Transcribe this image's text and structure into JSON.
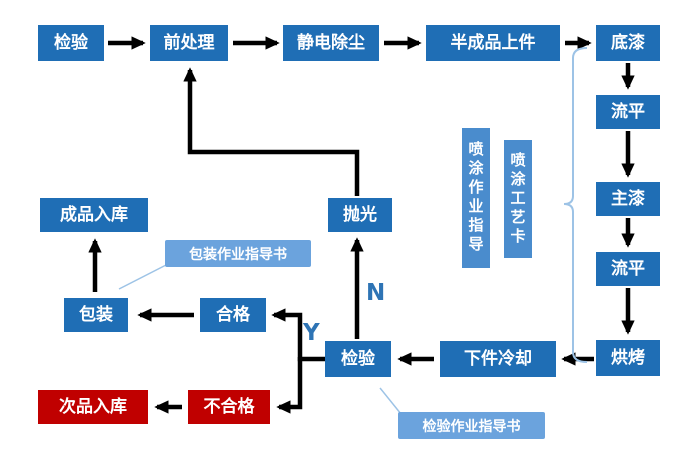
{
  "flowchart": {
    "nodes": {
      "inspection_top": {
        "label": "检验"
      },
      "pretreatment": {
        "label": "前处理"
      },
      "static_dust": {
        "label": "静电除尘"
      },
      "semi_loading": {
        "label": "半成品上件"
      },
      "primer": {
        "label": "底漆"
      },
      "leveling_1": {
        "label": "流平"
      },
      "main_paint": {
        "label": "主漆"
      },
      "leveling_2": {
        "label": "流平"
      },
      "baking": {
        "label": "烘烤"
      },
      "unload_cooling": {
        "label": "下件冷却"
      },
      "inspection_bottom": {
        "label": "检验"
      },
      "polishing": {
        "label": "抛光"
      },
      "qualified": {
        "label": "合格"
      },
      "packaging": {
        "label": "包装"
      },
      "finished_storage": {
        "label": "成品入库"
      },
      "unqualified": {
        "label": "不合格"
      },
      "defective_storage": {
        "label": "次品入库"
      }
    },
    "annotations": {
      "spray_work_guide": {
        "label": "喷涂作业指导"
      },
      "spray_process_card": {
        "label": "喷涂工艺卡"
      },
      "packaging_guide": {
        "label": "包装作业指导书"
      },
      "inspection_guide": {
        "label": "检验作业指导书"
      }
    },
    "decisions": {
      "no": "N",
      "yes": "Y"
    },
    "colors": {
      "process_box": "#1f6eb5",
      "annotation_box": "#4a8ccd",
      "callout_box": "#6ba3dd",
      "reject_box": "#c00000",
      "decision_text": "#2e74b5",
      "arrow": "#000000",
      "bracket": "#9dc3e6"
    }
  }
}
